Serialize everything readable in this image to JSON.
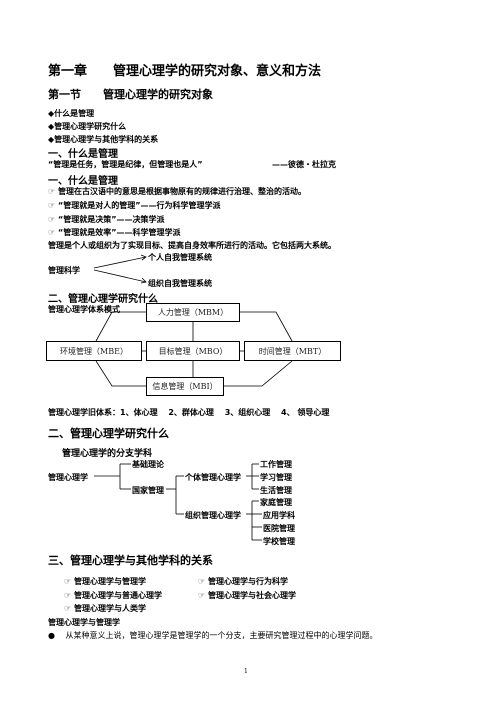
{
  "chapter_title": "第一章　　管理心理学的研究对象、意义和方法",
  "section1": {
    "title": "第一节　　管理心理学的研究对象"
  },
  "outline": [
    "◆什么是管理",
    "◆管理心理学研究什么",
    "◆管理心理学与其他学科的关系"
  ],
  "part1": {
    "heading": "一、什么是管理",
    "quote": "“管理是任务，管理是纪律，但管理也是人”",
    "quote_author": "——彼德・杜拉克",
    "heading_repeat": "一、什么是管理",
    "bullets": [
      "管理在古汉语中的意思是根据事物原有的规律进行治理、整治的活动。",
      "“管理就是对人的管理”——行为科学管理学派",
      "“管理就是决策”——决策学派",
      "“管理就是效率”——科学管理学派"
    ],
    "definition": "管理是个人或组织为了实现目标、提高自身效率所进行的活动。它包括两大系统。",
    "science_label": "管理科学",
    "branch_upper": "个人自我管理系统",
    "branch_lower": "组织自我管理系统"
  },
  "part2": {
    "heading": "二、管理心理学研究什么",
    "model_label": "管理心理学体系模式",
    "boxes": {
      "top": "人力管理（MBM）",
      "left": "环境管理（MBE）",
      "center": "目标管理（MBO）",
      "right": "时间管理（MBT）",
      "bottom": "信息管理（MBI）"
    },
    "old_system": "管理心理学旧体系：1、体心理　 2、群体心理　 3、组织心理　 4、 领导心理"
  },
  "part2b": {
    "heading": "二、管理心理学研究什么",
    "branch_title": "管理心理学的分支学科",
    "root": "管理心理学",
    "basic_theory": "基础理论",
    "national": "国家管理",
    "individual": "个体管理心理学",
    "organization": "组织管理心理学",
    "individual_leaves": [
      "工作管理",
      "学习管理",
      "生活管理"
    ],
    "organization_leaves": [
      "家庭管理",
      "应用学科",
      "医院管理",
      "学校管理"
    ]
  },
  "part3": {
    "heading": "三、管理心理学与其他学科的关系",
    "relations_left": [
      "管理心理学与管理学",
      "管理心理学与普通心理学",
      "管理心理学与人类学"
    ],
    "relations_right": [
      "管理心理学与行为科学",
      "管理心理学与社会心理学"
    ],
    "subheading": "管理心理学与管理学",
    "paragraph": "从某种意义上说，管理心理学是管理学的一个分支，主要研究管理过程中的心理学问题。"
  },
  "page_number": "1"
}
